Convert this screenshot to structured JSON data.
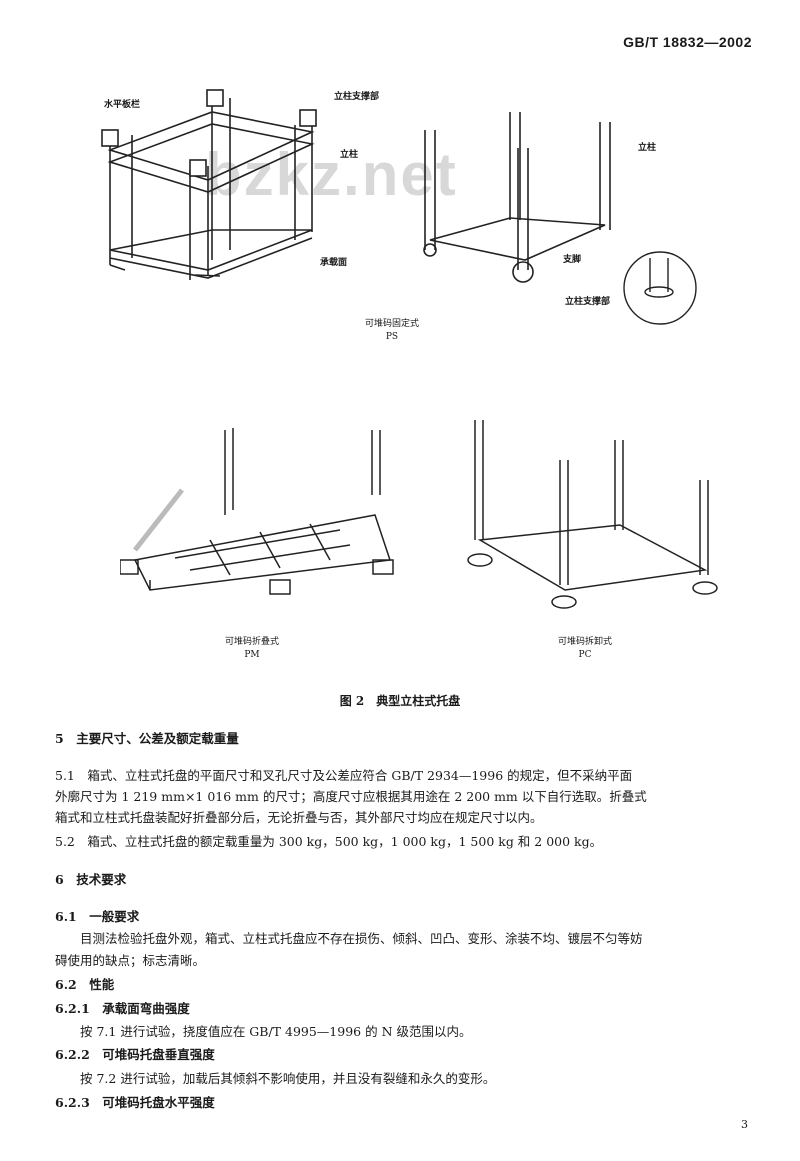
{
  "header": {
    "standard_no": "GB/T 18832—2002"
  },
  "watermark": "bzkz.net",
  "figure": {
    "title": "图 2　典型立柱式托盘",
    "parts": {
      "ps": {
        "label_horizontal_bar": "水平板栏",
        "label_post_support": "立柱支撑部",
        "label_post": "立柱",
        "label_deck": "承载面",
        "caption_name": "可堆码固定式",
        "caption_code": "PS"
      },
      "ps2": {
        "label_post": "立柱",
        "label_foot": "支脚",
        "label_post_support": "立柱支撑部"
      },
      "pm": {
        "caption_name": "可堆码折叠式",
        "caption_code": "PM"
      },
      "pc": {
        "caption_name": "可堆码拆卸式",
        "caption_code": "PC"
      }
    }
  },
  "body": {
    "s5_heading": "5　主要尺寸、公差及额定载重量",
    "s5_1_line1": "5.1　箱式、立柱式托盘的平面尺寸和叉孔尺寸及公差应符合 GB/T 2934—1996 的规定，但不采纳平面",
    "s5_1_line2": "外廓尺寸为 1 219 mm×1 016 mm 的尺寸；高度尺寸应根据其用途在 2 200 mm 以下自行选取。折叠式",
    "s5_1_line3": "箱式和立柱式托盘装配好折叠部分后，无论折叠与否，其外部尺寸均应在规定尺寸以内。",
    "s5_2": "5.2　箱式、立柱式托盘的额定载重量为 300 kg，500 kg，1 000 kg，1 500 kg 和 2 000 kg。",
    "s6_heading": "6　技术要求",
    "s6_1_heading": "6.1　一般要求",
    "s6_1_line1": "　　目测法检验托盘外观，箱式、立柱式托盘应不存在损伤、倾斜、凹凸、变形、涂装不均、镀层不匀等妨",
    "s6_1_line2": "碍使用的缺点；标志清晰。",
    "s6_2_heading": "6.2　性能",
    "s6_2_1_heading": "6.2.1　承载面弯曲强度",
    "s6_2_1_text": "　　按 7.1 进行试验，挠度值应在 GB/T 4995—1996 的 N 级范围以内。",
    "s6_2_2_heading": "6.2.2　可堆码托盘垂直强度",
    "s6_2_2_text": "　　按 7.2 进行试验，加载后其倾斜不影响使用，并且没有裂缝和永久的变形。",
    "s6_2_3_heading": "6.2.3　可堆码托盘水平强度"
  },
  "page_number": "3"
}
